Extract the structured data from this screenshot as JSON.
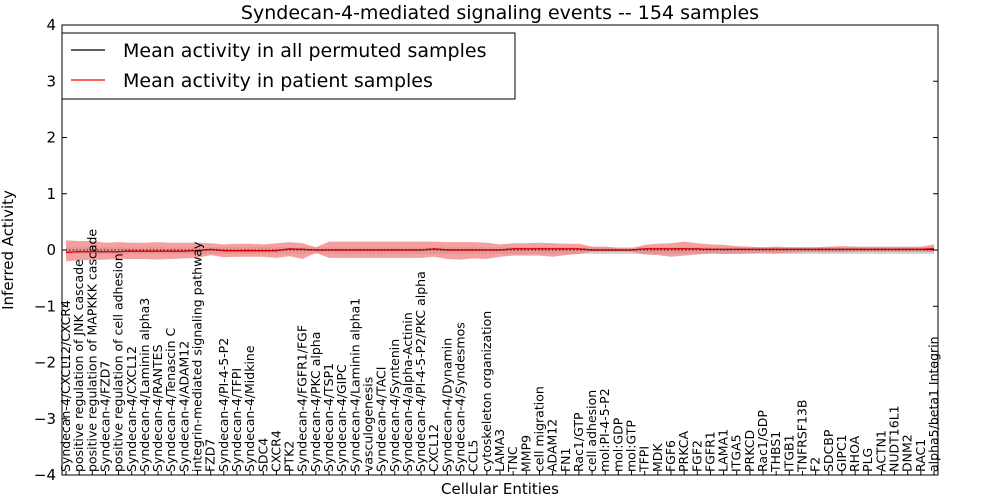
{
  "chart_data": {
    "type": "line",
    "title": "Syndecan-4-mediated signaling events -- 154 samples",
    "xlabel": "Cellular Entities",
    "ylabel": "Inferred Activity",
    "ylim": [
      -4,
      4
    ],
    "yticks": [
      "−4",
      "−3",
      "−2",
      "−1",
      "0",
      "1",
      "2",
      "3",
      "4"
    ],
    "grid": false,
    "legend_position": "top-left",
    "colors": {
      "permuted": "#000000",
      "patient": "#ff0000",
      "patient_band": "#f08080",
      "permuted_band": "#bdbdbd"
    },
    "categories": [
      "Syndecan-4/CXCL12/CXCR4",
      "positive regulation of JNK cascade",
      "positive regulation of MAPKKK cascade",
      "Syndecan-4/FZD7",
      "positive regulation of cell adhesion",
      "Syndecan-4/CXCL12",
      "Syndecan-4/Laminin alpha3",
      "Syndecan-4/RANTES",
      "Syndecan-4/Tenascin C",
      "Syndecan-4/ADAM12",
      "integrin-mediated signaling pathway",
      "FZD7",
      "Syndecan-4/PI-4-5-P2",
      "Syndecan-4/TFPI",
      "Syndecan-4/Midkine",
      "SDC4",
      "CXCR4",
      "PTK2",
      "Syndecan-4/FGFR1/FGF",
      "Syndecan-4/PKC alpha",
      "Syndecan-4/TSP1",
      "Syndecan-4/GIPC",
      "Syndecan-4/Laminin alpha1",
      "vasculogenesis",
      "Syndecan-4/TACI",
      "Syndecan-4/Syntenin",
      "Syndecan-4/alpha-Actinin",
      "Syndecan-4/PI-4-5-P2/PKC alpha",
      "CXCL12",
      "Syndecan-4/Dynamin",
      "Syndecan-4/Syndesmos",
      "CCL5",
      "cytoskeleton organization",
      "LAMA3",
      "TNC",
      "MMP9",
      "cell migration",
      "ADAM12",
      "FN1",
      "Rac1/GTP",
      "cell adhesion",
      "mol:PI-4-5-P2",
      "mol:GDP",
      "mol:GTP",
      "TFPI",
      "MDK",
      "FGF6",
      "PRKCA",
      "FGF2",
      "FGFR1",
      "LAMA1",
      "ITGA5",
      "PRKCD",
      "Rac1/GDP",
      "THBS1",
      "ITGB1",
      "TNFRSF13B",
      "F2",
      "SDCBP",
      "GIPC1",
      "RHOA",
      "PLG",
      "ACTN1",
      "NUDT16L1",
      "DNM2",
      "RAC1",
      "alpha5/beta1 Integrin"
    ],
    "series": [
      {
        "name": "Mean activity in all permuted samples",
        "color": "#000000",
        "values": [
          -0.04,
          -0.03,
          -0.03,
          -0.03,
          -0.03,
          -0.02,
          -0.02,
          -0.02,
          -0.02,
          -0.02,
          -0.01,
          0.01,
          -0.01,
          -0.01,
          -0.01,
          -0.01,
          -0.01,
          0.02,
          0.01,
          0.0,
          0.0,
          0.0,
          0.0,
          0.0,
          0.0,
          0.0,
          0.0,
          0.0,
          0.02,
          0.0,
          0.0,
          0.0,
          0.0,
          0.0,
          0.02,
          0.02,
          0.02,
          0.02,
          0.02,
          0.02,
          0.0,
          0.0,
          0.0,
          0.0,
          0.02,
          0.02,
          0.02,
          0.02,
          0.02,
          0.01,
          0.01,
          0.01,
          0.01,
          0.01,
          0.01,
          0.01,
          0.01,
          0.01,
          0.01,
          0.01,
          0.01,
          0.01,
          0.01,
          0.01,
          0.01,
          0.01,
          0.01
        ]
      },
      {
        "name": "Mean activity in patient samples",
        "color": "#ff0000",
        "values": [
          -0.04,
          -0.03,
          -0.03,
          -0.03,
          -0.03,
          -0.02,
          -0.02,
          -0.02,
          -0.02,
          -0.02,
          -0.01,
          0.01,
          -0.01,
          -0.01,
          -0.01,
          -0.01,
          -0.01,
          0.02,
          0.01,
          0.0,
          0.0,
          0.0,
          0.0,
          0.0,
          0.0,
          0.0,
          0.0,
          0.0,
          0.02,
          0.0,
          0.0,
          0.0,
          0.0,
          0.0,
          0.02,
          0.02,
          0.02,
          0.02,
          0.02,
          0.02,
          0.0,
          0.0,
          0.0,
          0.0,
          0.02,
          0.02,
          0.02,
          0.02,
          0.02,
          0.01,
          0.01,
          0.01,
          0.01,
          0.01,
          0.01,
          0.01,
          0.01,
          0.01,
          0.01,
          0.01,
          0.01,
          0.01,
          0.01,
          0.01,
          0.01,
          0.01,
          0.03
        ]
      }
    ],
    "patient_band": {
      "upper": [
        0.17,
        0.16,
        0.16,
        0.13,
        0.14,
        0.13,
        0.13,
        0.14,
        0.13,
        0.13,
        0.13,
        0.12,
        0.1,
        0.11,
        0.11,
        0.1,
        0.12,
        0.14,
        0.12,
        0.05,
        0.15,
        0.15,
        0.15,
        0.15,
        0.15,
        0.15,
        0.15,
        0.15,
        0.15,
        0.14,
        0.14,
        0.14,
        0.13,
        0.1,
        0.12,
        0.12,
        0.13,
        0.12,
        0.11,
        0.11,
        0.06,
        0.06,
        0.03,
        0.03,
        0.09,
        0.11,
        0.12,
        0.15,
        0.12,
        0.1,
        0.09,
        0.07,
        0.06,
        0.05,
        0.06,
        0.05,
        0.05,
        0.05,
        0.06,
        0.07,
        0.06,
        0.06,
        0.06,
        0.06,
        0.06,
        0.06,
        0.1
      ],
      "lower": [
        -0.2,
        -0.18,
        -0.18,
        -0.17,
        -0.16,
        -0.16,
        -0.16,
        -0.17,
        -0.16,
        -0.15,
        -0.14,
        -0.09,
        -0.13,
        -0.12,
        -0.12,
        -0.12,
        -0.14,
        -0.11,
        -0.16,
        -0.05,
        -0.14,
        -0.14,
        -0.14,
        -0.14,
        -0.14,
        -0.14,
        -0.14,
        -0.14,
        -0.12,
        -0.16,
        -0.17,
        -0.15,
        -0.16,
        -0.12,
        -0.1,
        -0.1,
        -0.1,
        -0.12,
        -0.09,
        -0.07,
        -0.03,
        -0.03,
        -0.03,
        -0.03,
        -0.08,
        -0.09,
        -0.12,
        -0.1,
        -0.08,
        -0.06,
        -0.07,
        -0.07,
        -0.06,
        -0.05,
        -0.06,
        -0.05,
        -0.04,
        -0.04,
        -0.04,
        -0.04,
        -0.03,
        -0.03,
        -0.03,
        -0.03,
        -0.03,
        -0.03,
        -0.04
      ]
    },
    "permuted_band": {
      "upper": [
        0.05,
        0.05,
        0.05,
        0.05,
        0.05,
        0.05,
        0.05,
        0.05,
        0.05,
        0.05,
        0.05,
        0.05,
        0.05,
        0.05,
        0.05,
        0.05,
        0.05,
        0.05,
        0.05,
        0.05,
        0.05,
        0.05,
        0.05,
        0.05,
        0.05,
        0.05,
        0.05,
        0.05,
        0.05,
        0.05,
        0.05,
        0.05,
        0.05,
        0.05,
        0.05,
        0.05,
        0.05,
        0.05,
        0.05,
        0.05,
        0.05,
        0.05,
        0.05,
        0.05,
        0.05,
        0.05,
        0.05,
        0.05,
        0.05,
        0.05,
        0.05,
        0.05,
        0.05,
        0.05,
        0.05,
        0.05,
        0.05,
        0.05,
        0.05,
        0.05,
        0.05,
        0.05,
        0.05,
        0.05,
        0.05,
        0.05,
        0.05
      ],
      "lower": [
        -0.07,
        -0.07,
        -0.07,
        -0.07,
        -0.07,
        -0.07,
        -0.07,
        -0.07,
        -0.07,
        -0.07,
        -0.07,
        -0.07,
        -0.07,
        -0.07,
        -0.07,
        -0.07,
        -0.07,
        -0.07,
        -0.07,
        -0.07,
        -0.07,
        -0.07,
        -0.07,
        -0.07,
        -0.07,
        -0.07,
        -0.07,
        -0.07,
        -0.07,
        -0.07,
        -0.07,
        -0.07,
        -0.07,
        -0.07,
        -0.07,
        -0.07,
        -0.07,
        -0.07,
        -0.07,
        -0.07,
        -0.07,
        -0.07,
        -0.07,
        -0.07,
        -0.07,
        -0.07,
        -0.07,
        -0.07,
        -0.07,
        -0.07,
        -0.07,
        -0.07,
        -0.07,
        -0.07,
        -0.07,
        -0.07,
        -0.07,
        -0.07,
        -0.07,
        -0.07,
        -0.07,
        -0.07,
        -0.07,
        -0.07,
        -0.07,
        -0.07,
        -0.07
      ]
    }
  }
}
